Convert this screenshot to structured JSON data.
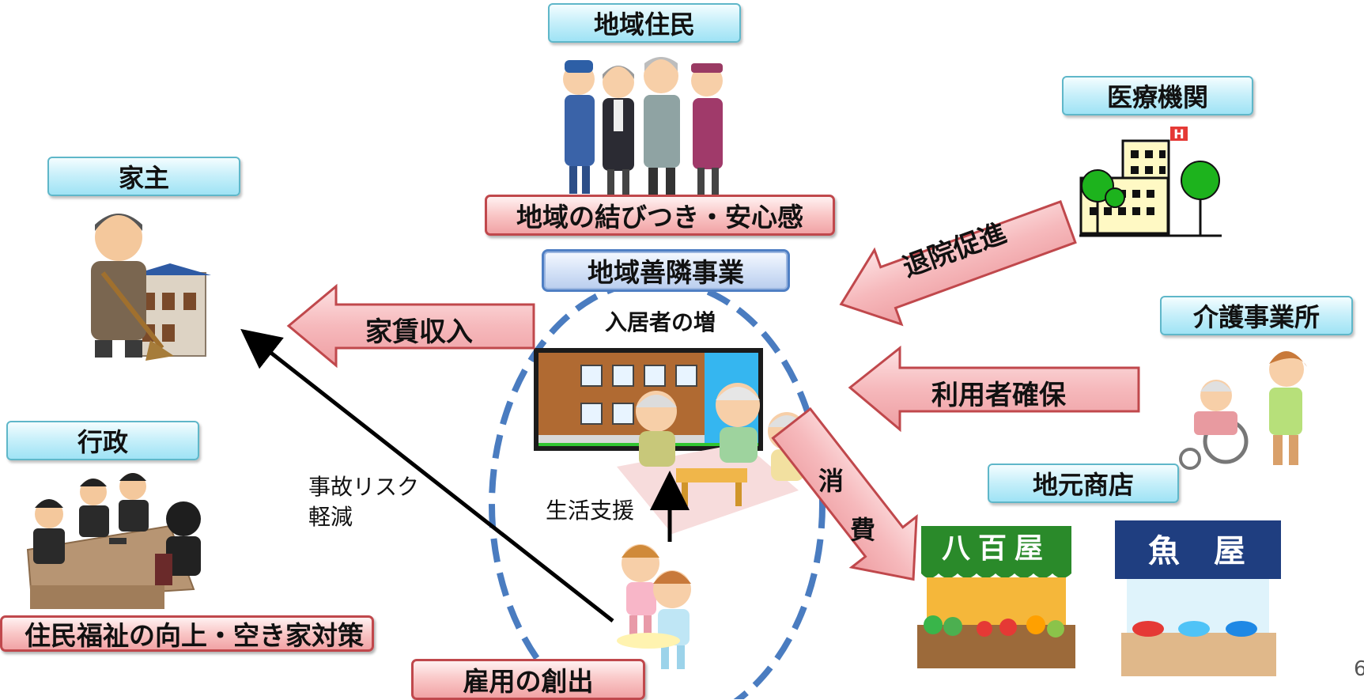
{
  "labels": {
    "residents": "地域住民",
    "community_bond": "地域の結びつき・安心感",
    "core_business": "地域善隣事業",
    "owner": "家主",
    "government": "行政",
    "welfare": "住民福祉の向上・空き家対策",
    "employment": "雇用の創出",
    "medical": "医療機関",
    "care_office": "介護事業所",
    "local_shops": "地元商店",
    "occupancy_increase": "入居者の増",
    "life_support": "生活支援",
    "accident_risk_line1": "事故リスク",
    "accident_risk_line2": "軽減"
  },
  "arrows": {
    "rent_income": "家賃収入",
    "discharge": "退院促進",
    "secure_users": "利用者確保",
    "consumption_1": "消",
    "consumption_2": "費"
  },
  "shops": {
    "greengrocer": "八百屋",
    "fishmonger_1": "魚",
    "fishmonger_2": "屋"
  },
  "hospital_sign": "H",
  "page_number": "6",
  "colors": {
    "label_box": "#c9f0fa",
    "highlight_box": "#f9c6c6",
    "core_box": "#d6e3f7",
    "arrow_fill": "#f6b9bc",
    "ellipse": "#4a7cc0"
  },
  "icons": [
    "people-group-icon",
    "landlord-icon",
    "meeting-icon",
    "hospital-icon",
    "caregiver-icon",
    "shop-icon",
    "apartment-icon",
    "helpers-icon"
  ]
}
